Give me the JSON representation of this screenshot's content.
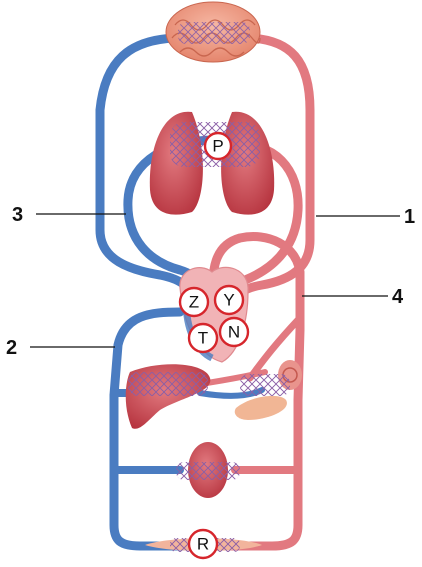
{
  "diagram": {
    "callouts": [
      {
        "label": "1",
        "target": "artery-descending"
      },
      {
        "label": "2",
        "target": "vein-ascending"
      },
      {
        "label": "3",
        "target": "pulmonary-vein-return"
      },
      {
        "label": "4",
        "target": "aorta"
      }
    ],
    "markers": {
      "lungs": "P",
      "left_upper_chamber": "Z",
      "right_upper_chamber": "Y",
      "left_lower_chamber": "T",
      "right_lower_chamber": "N",
      "lower_body": "R"
    },
    "colors": {
      "oxygenated": "#e8888c",
      "deoxygenated": "#5b8fd0",
      "organ": "#c94450",
      "marker_ring": "#d6262c"
    }
  }
}
